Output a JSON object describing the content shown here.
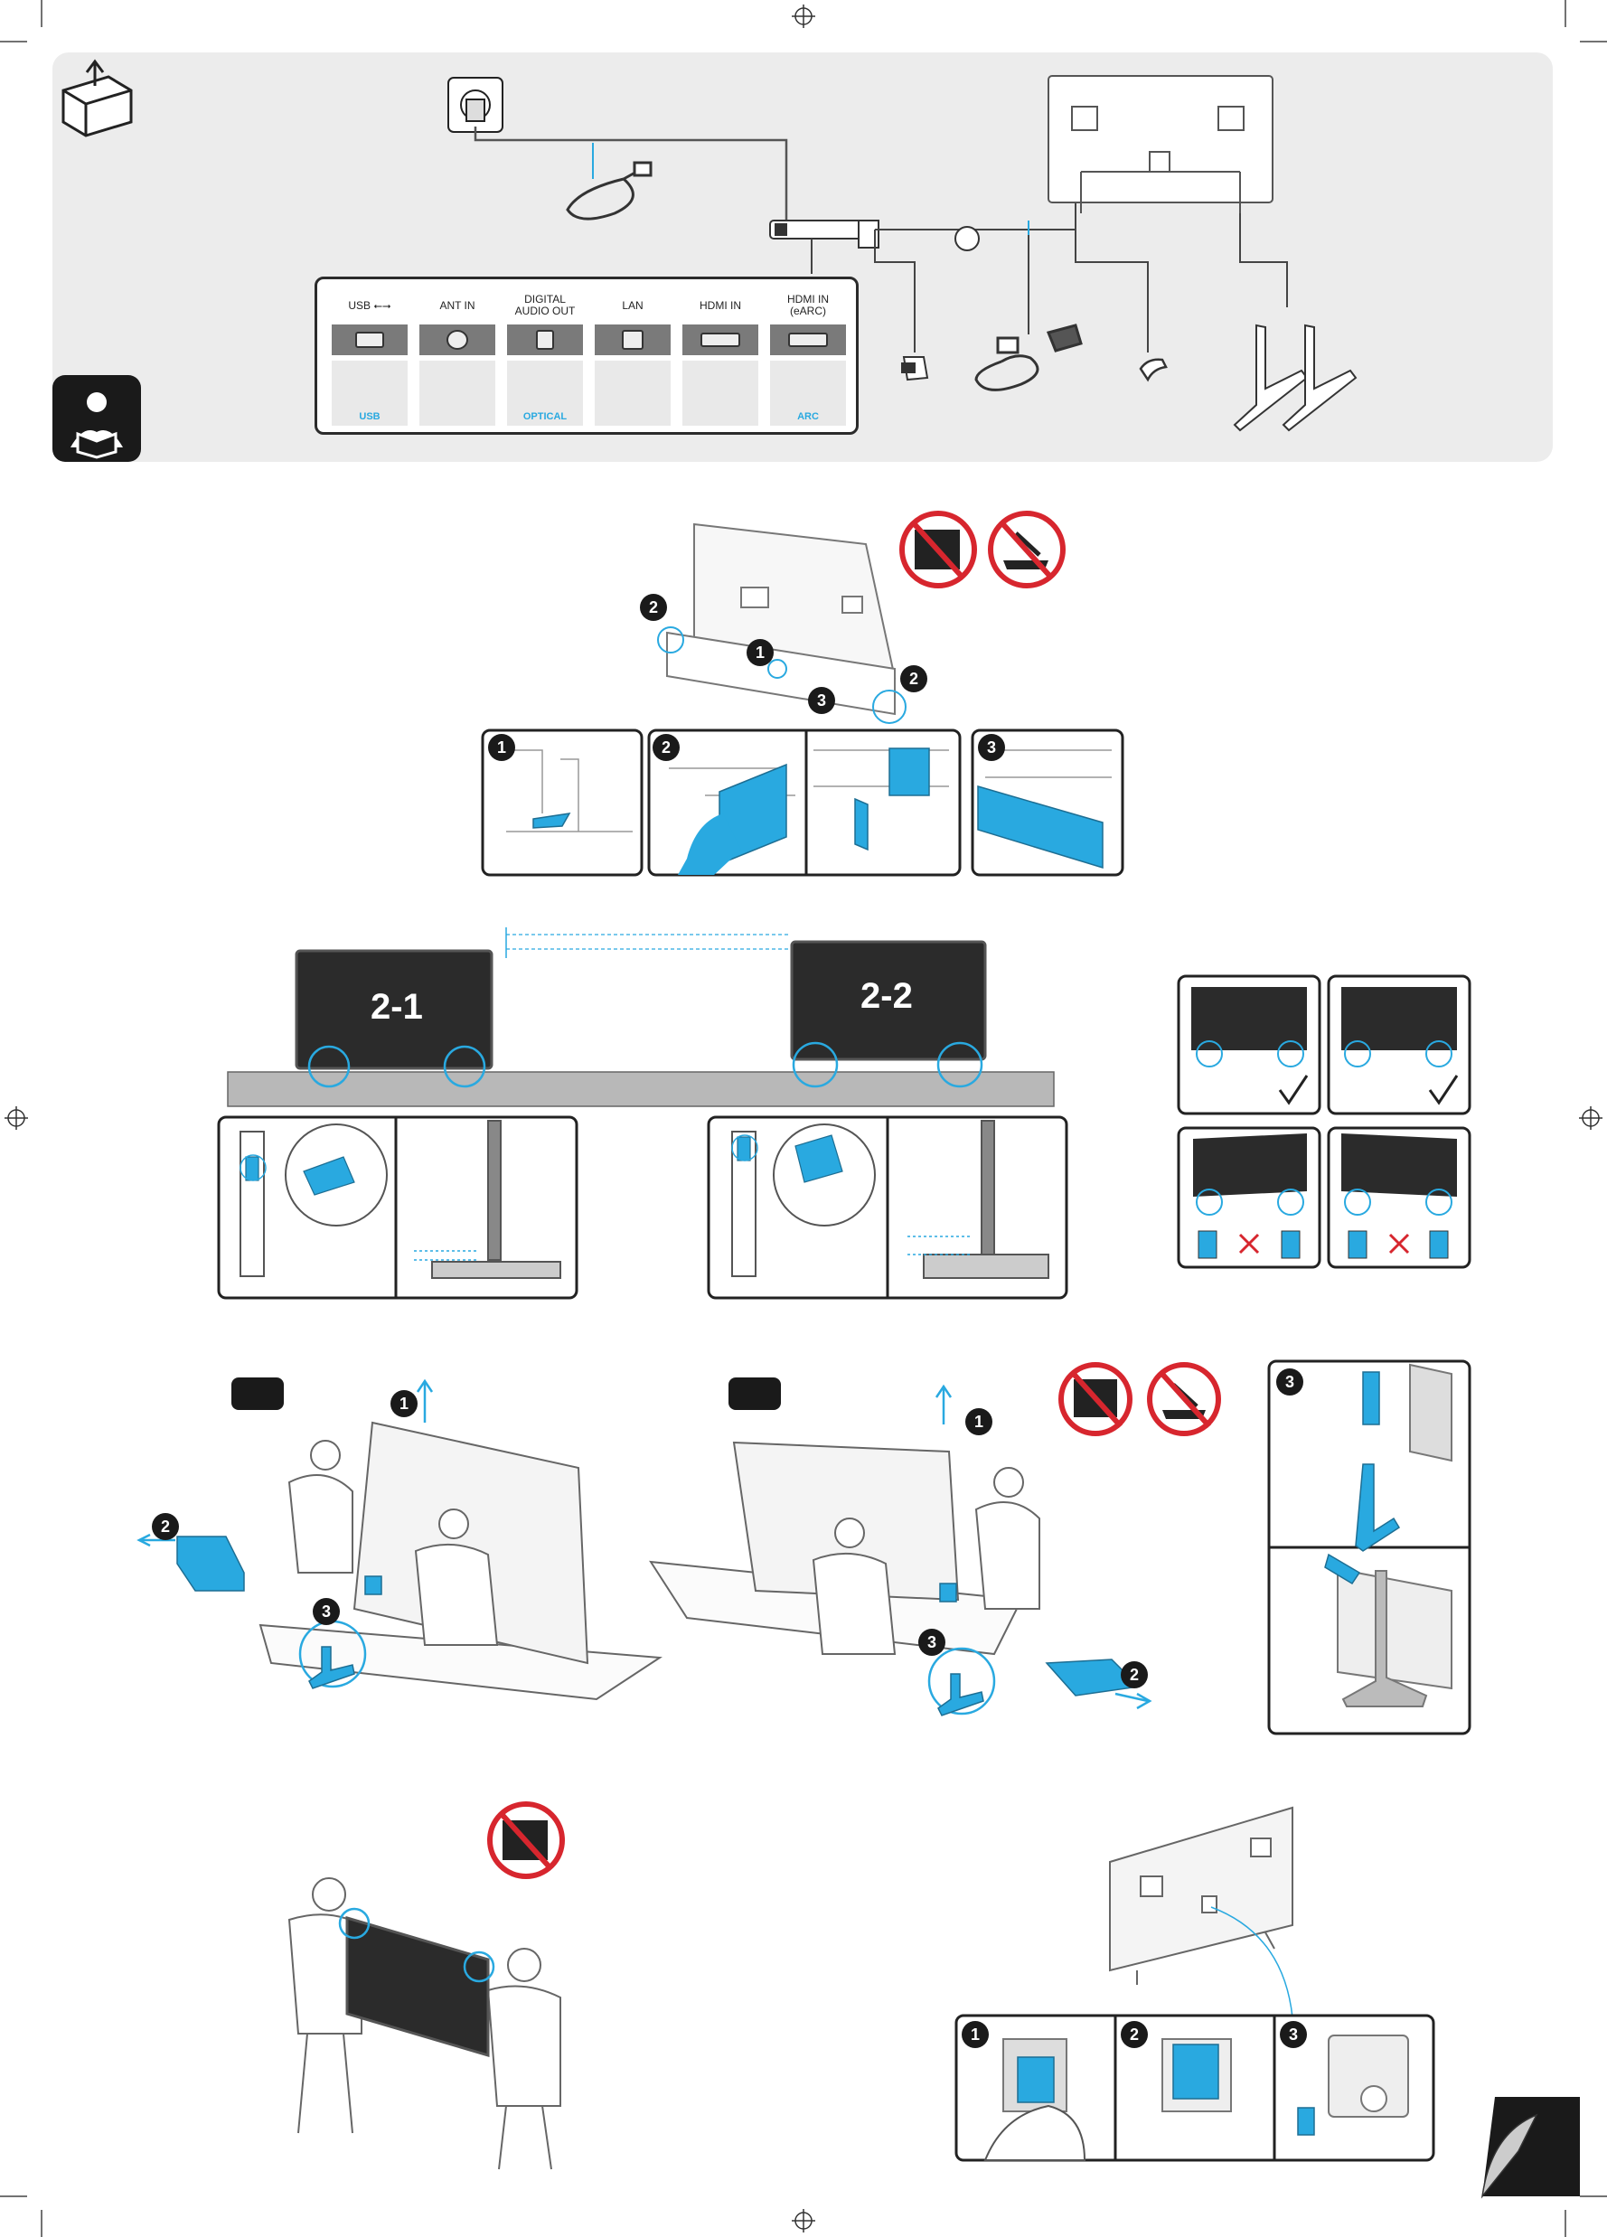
{
  "ports": [
    {
      "label": "USB ⭠⭢",
      "sub": "USB"
    },
    {
      "label": "ANT IN",
      "sub": ""
    },
    {
      "label": "DIGITAL AUDIO OUT",
      "sub": "OPTICAL"
    },
    {
      "label": "LAN",
      "sub": ""
    },
    {
      "label": "HDMI IN",
      "sub": ""
    },
    {
      "label": "HDMI IN (eARC)",
      "sub": "ARC"
    }
  ],
  "step_numbers": {
    "one": "1",
    "two": "2",
    "three": "3"
  },
  "tv_models": {
    "a": "2-1",
    "b": "2-2"
  },
  "colors": {
    "accent": "#29a9e0",
    "panel": "#ececec",
    "warning": "#d7262e",
    "dark": "#1a1a1a"
  }
}
